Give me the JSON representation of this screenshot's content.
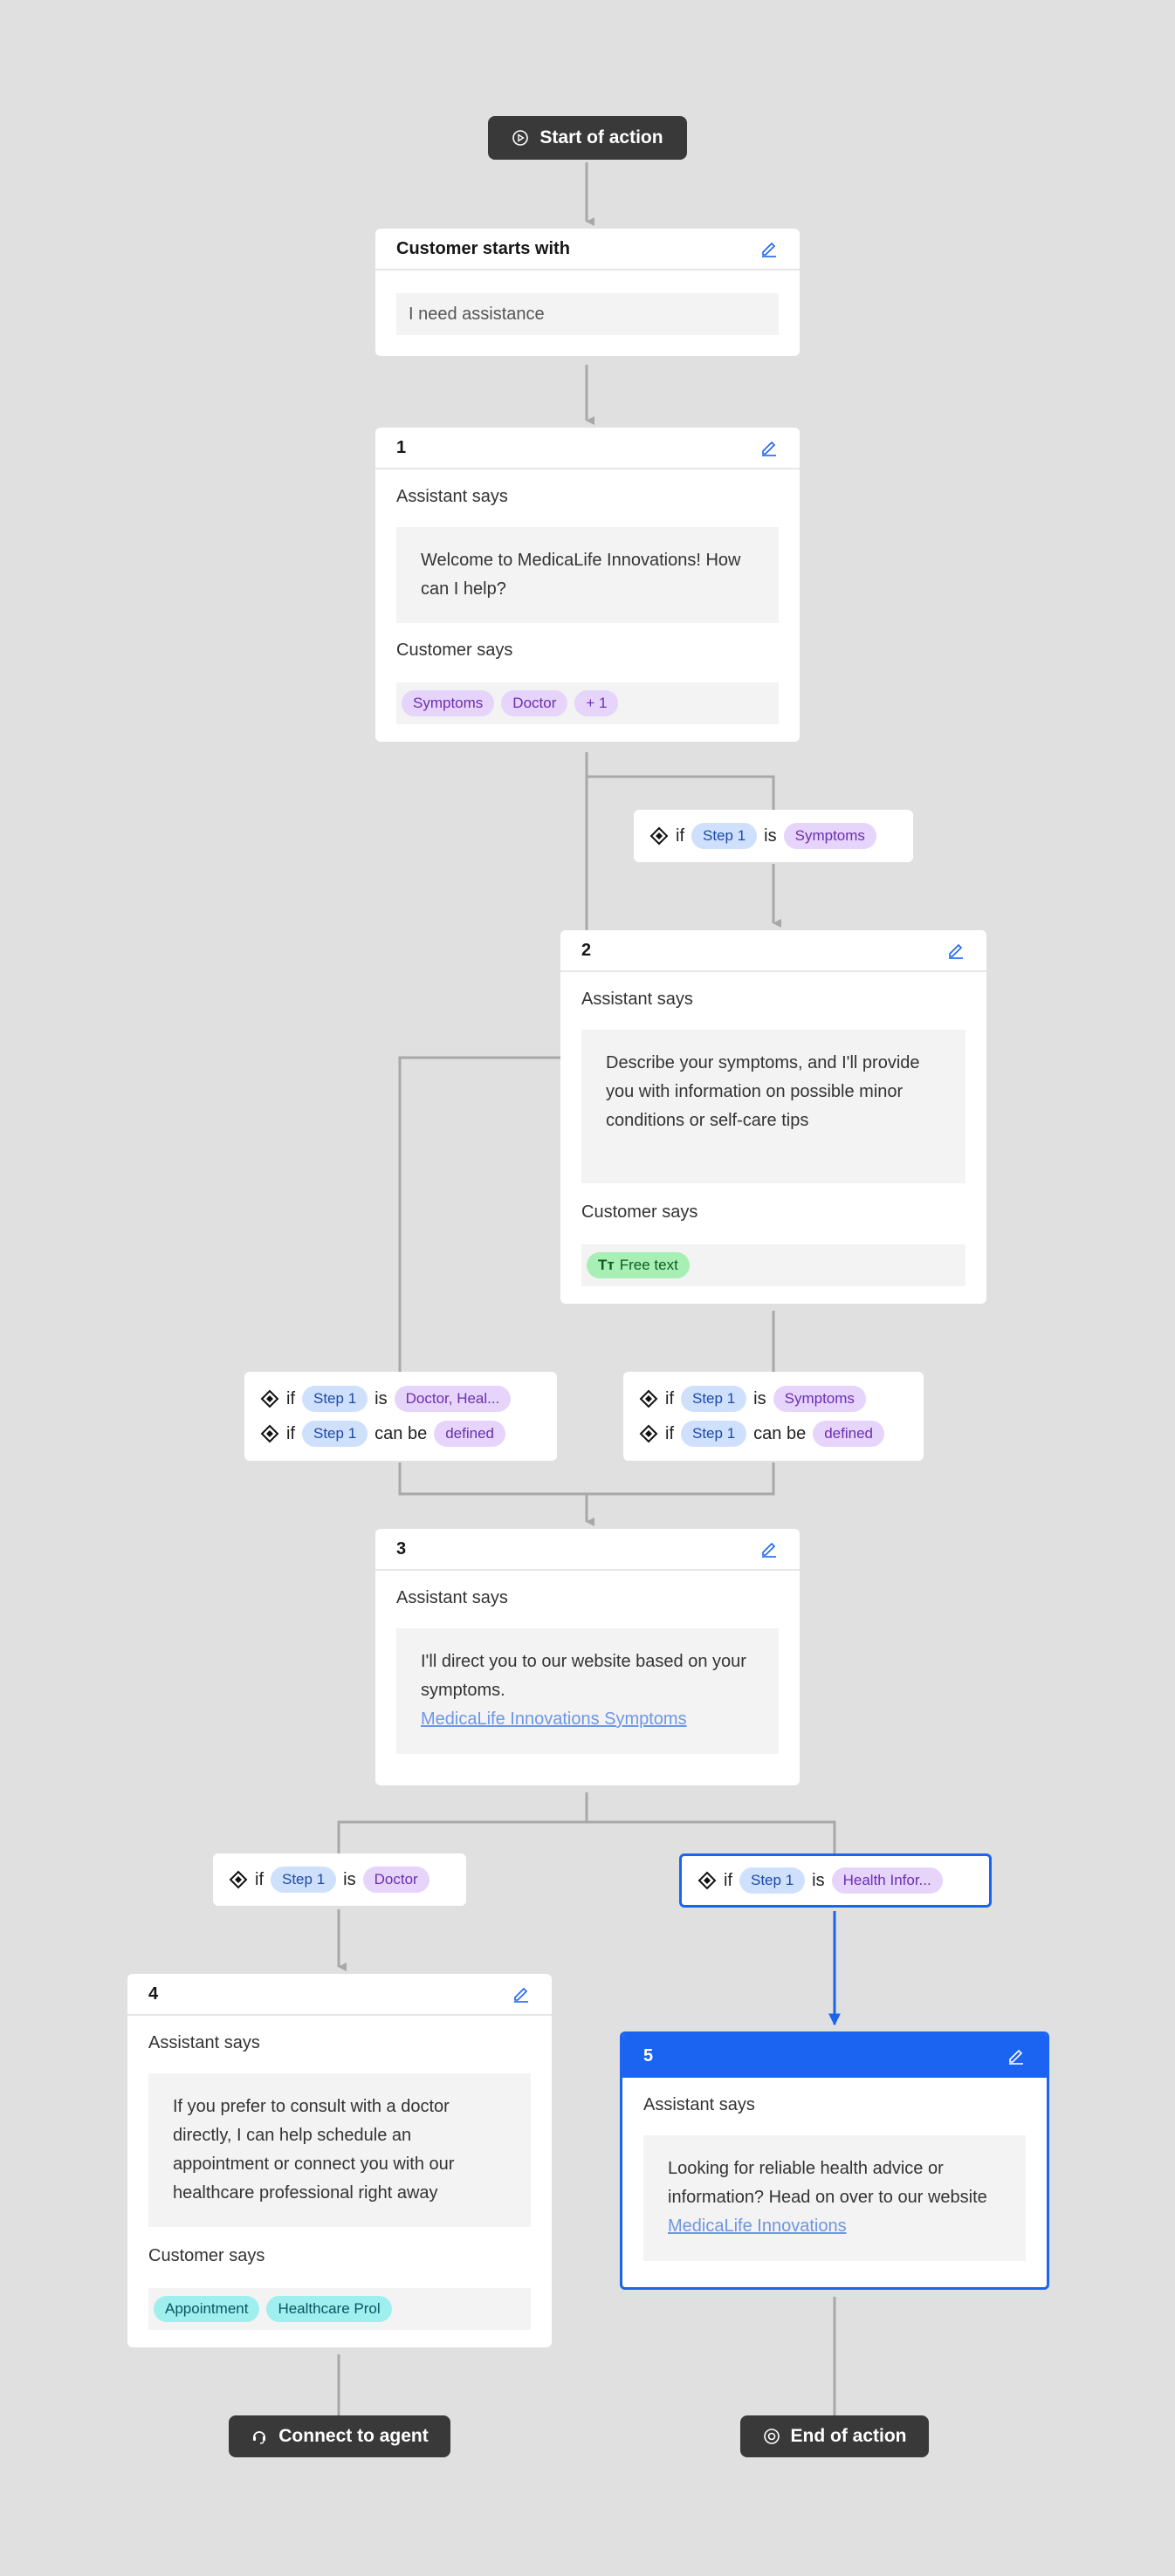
{
  "start": {
    "label": "Start of action",
    "icon": "play-circle-icon"
  },
  "trigger": {
    "title": "Customer starts with",
    "phrase": "I need assistance"
  },
  "step1": {
    "title": "1",
    "assistant_label": "Assistant says",
    "assistant_text": "Welcome to MedicaLife Innovations! How can I help?",
    "customer_label": "Customer says",
    "chips": [
      "Symptoms",
      "Doctor",
      "+ 1"
    ]
  },
  "cond_a": {
    "if": "if",
    "step": "Step 1",
    "op": "is",
    "value": "Symptoms"
  },
  "step2": {
    "title": "2",
    "assistant_label": "Assistant says",
    "assistant_text": "Describe your symptoms, and I'll provide you with information on possible minor conditions or self-care tips",
    "customer_label": "Customer says",
    "chip_icon": "Tт",
    "chip": "Free text"
  },
  "cond_b": {
    "rows": [
      {
        "if": "if",
        "step": "Step 1",
        "op": "is",
        "value": "Doctor, Heal..."
      },
      {
        "if": "if",
        "step": "Step 1",
        "op": "can be",
        "value": "defined"
      }
    ]
  },
  "cond_c": {
    "rows": [
      {
        "if": "if",
        "step": "Step 1",
        "op": "is",
        "value": "Symptoms"
      },
      {
        "if": "if",
        "step": "Step 1",
        "op": "can be",
        "value": "defined"
      }
    ]
  },
  "step3": {
    "title": "3",
    "assistant_label": "Assistant says",
    "assistant_text": "I'll direct you to our website based on your symptoms.",
    "link": "MedicaLife Innovations Symptoms"
  },
  "cond_d": {
    "if": "if",
    "step": "Step 1",
    "op": "is",
    "value": "Doctor"
  },
  "cond_e": {
    "if": "if",
    "step": "Step 1",
    "op": "is",
    "value": "Health Infor..."
  },
  "step4": {
    "title": "4",
    "assistant_label": "Assistant says",
    "assistant_text": "If you prefer to consult with a doctor directly, I can help schedule an appointment or connect you with our healthcare professional right away",
    "customer_label": "Customer says",
    "chips": [
      "Appointment",
      "Healthcare Prol"
    ]
  },
  "step5": {
    "title": "5",
    "assistant_label": "Assistant says",
    "assistant_text": "Looking for reliable health advice or information? Head on over to our website",
    "link": "MedicaLife Innovations"
  },
  "connect": {
    "label": "Connect to agent",
    "icon": "agent-headset-icon"
  },
  "end": {
    "label": "End of action",
    "icon": "stop-circle-icon"
  },
  "colors": {
    "canvas": "#e0e0e0",
    "dark_pill": "#393939",
    "accent": "#1b64f2",
    "connector": "#a8a8a8",
    "chip_purple": "#e6d4fb",
    "chip_blue": "#cfe0fd",
    "chip_cyan": "#9fefef",
    "chip_green": "#a7efb4"
  }
}
